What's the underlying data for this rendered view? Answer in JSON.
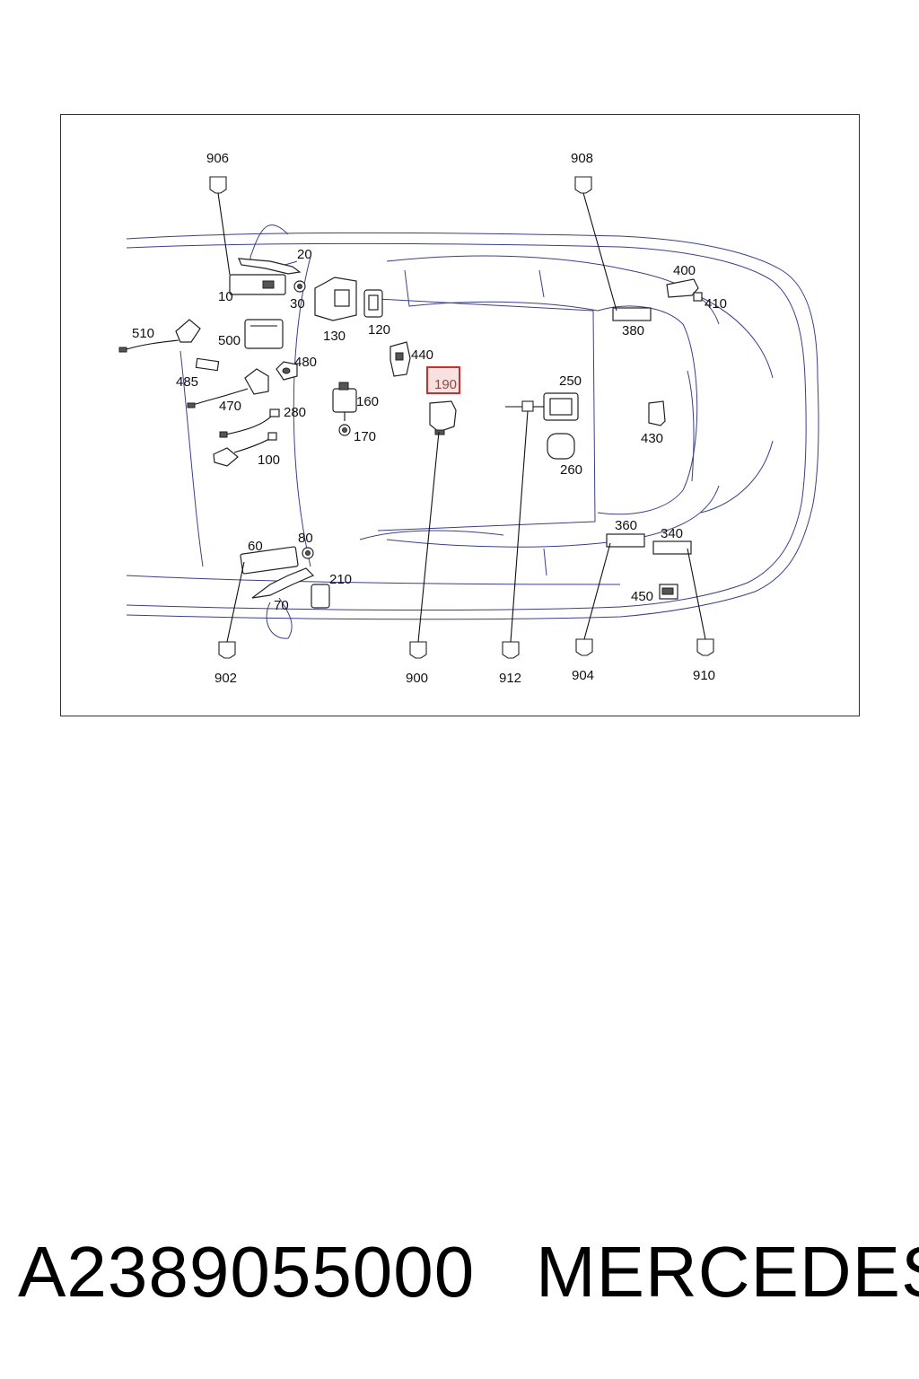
{
  "diagram": {
    "highlighted_part": "190",
    "part_labels": [
      "906",
      "908",
      "20",
      "10",
      "30",
      "130",
      "120",
      "400",
      "410",
      "380",
      "510",
      "500",
      "480",
      "440",
      "190",
      "250",
      "485",
      "470",
      "160",
      "280",
      "430",
      "170",
      "260",
      "100",
      "360",
      "340",
      "60",
      "80",
      "210",
      "450",
      "70",
      "902",
      "900",
      "912",
      "904",
      "910"
    ]
  },
  "footer": {
    "part_number": "A2389055000",
    "brand": "MERCEDES"
  },
  "colors": {
    "car_outline": "#3a3f8a",
    "highlight_border": "#d42a2a",
    "highlight_fill": "#f3c8c8"
  }
}
